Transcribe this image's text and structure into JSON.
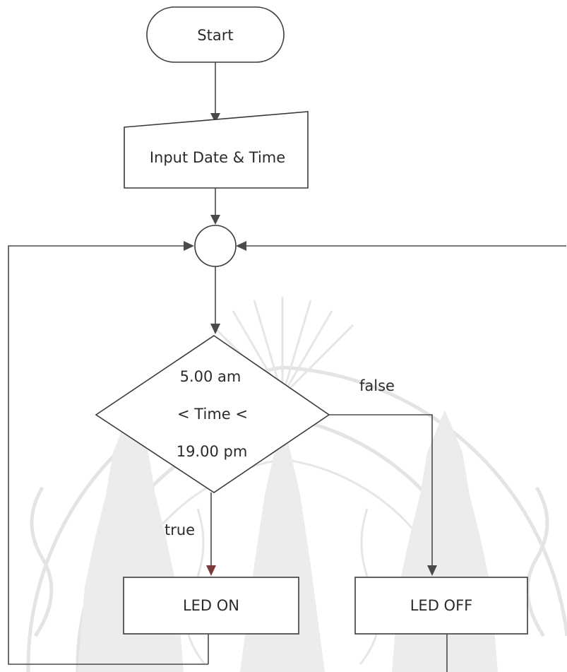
{
  "flowchart": {
    "start": "Start",
    "input": "Input Date & Time",
    "decision": {
      "line1": "5.00 am",
      "line2": "< Time <",
      "line3": "19.00 pm"
    },
    "true_label": "true",
    "false_label": "false",
    "led_on": "LED ON",
    "led_off": "LED OFF"
  },
  "colors": {
    "stroke": "#3a3a3a",
    "background": "#ffffff",
    "watermark": "#e4e4e4"
  }
}
